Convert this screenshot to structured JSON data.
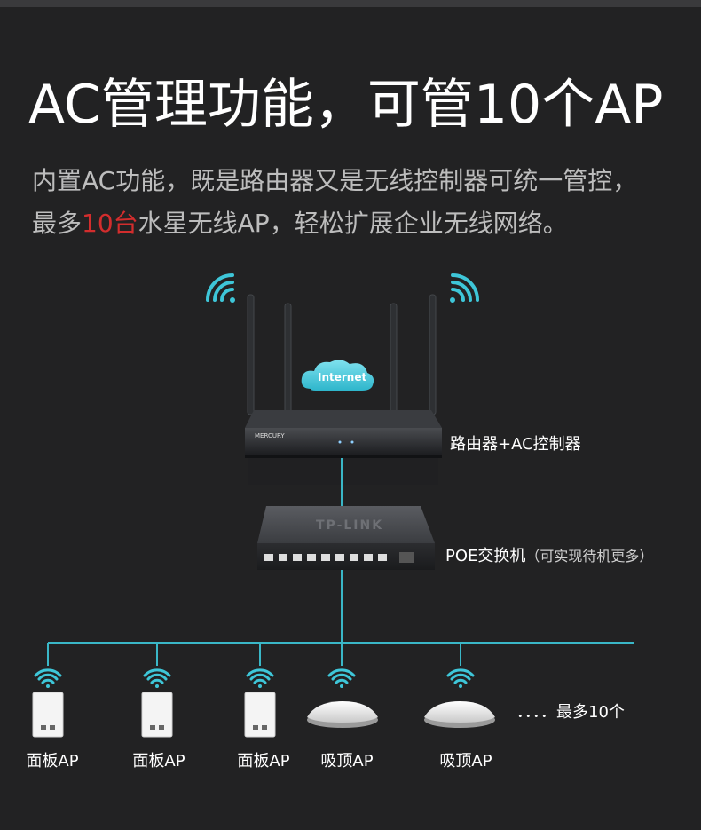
{
  "title": "AC管理功能，可管10个AP",
  "description": {
    "line1": "内置AC功能，既是路由器又是无线控制器可统一管控，",
    "line2_pre": "最多",
    "line2_highlight": "10台",
    "line2_post": "水星无线AP，轻松扩展企业无线网络。"
  },
  "colors": {
    "highlight": "#d22d2d",
    "line": "#3ab7c7",
    "wifi": "#3ec6d8"
  },
  "router": {
    "label": "路由器+AC控制器",
    "brand": "MERCURY",
    "cloud_text": "Internet"
  },
  "switch": {
    "label": "POE交换机",
    "label_note": "（可实现待机更多）",
    "brand": "TP-LINK"
  },
  "aps": [
    {
      "label": "面板AP",
      "kind": "panel"
    },
    {
      "label": "面板AP",
      "kind": "panel"
    },
    {
      "label": "面板AP",
      "kind": "panel"
    },
    {
      "label": "吸顶AP",
      "kind": "ceiling"
    },
    {
      "label": "吸顶AP",
      "kind": "ceiling"
    }
  ],
  "more_text": "．．．．最多10个"
}
